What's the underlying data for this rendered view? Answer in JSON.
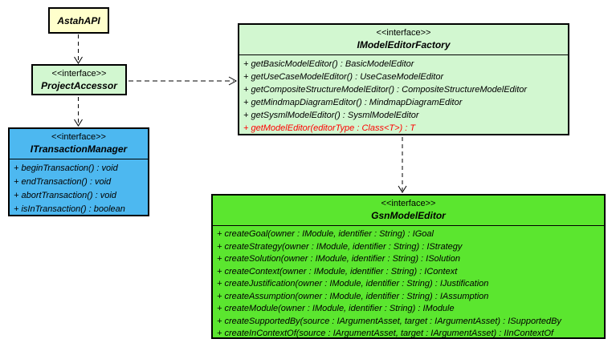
{
  "colors": {
    "background": "#ffffff",
    "border": "#000000",
    "yellow_class_fill": "#ffffcc",
    "light_green_interface_fill": "#d2f7d0",
    "blue_interface_fill": "#4db8f0",
    "bright_green_interface_fill": "#5be62f",
    "red_method_text": "#ff0000"
  },
  "classes": {
    "astah_api": {
      "name": "AstahAPI"
    },
    "project_accessor": {
      "stereotype": "<<interface>>",
      "name": "ProjectAccessor"
    },
    "transaction_manager": {
      "stereotype": "<<interface>>",
      "name": "ITransactionManager",
      "methods": [
        "+ beginTransaction() : void",
        "+ endTransaction() : void",
        "+ abortTransaction() : void",
        "+ isInTransaction() : boolean"
      ]
    },
    "model_editor_factory": {
      "stereotype": "<<interface>>",
      "name": "IModelEditorFactory",
      "methods": [
        "+ getBasicModelEditor() : BasicModelEditor",
        "+ getUseCaseModelEditor() : UseCaseModelEditor",
        "+ getCompositeStructureModelEditor() : CompositeStructureModelEditor",
        "+ getMindmapDiagramEditor() : MindmapDiagramEditor",
        "+ getSysmlModelEditor() : SysmlModelEditor",
        {
          "text": "+ getModelEditor(editorType : Class<T>) : T",
          "color": "#ff0000"
        }
      ]
    },
    "gsn_model_editor": {
      "stereotype": "<<interface>>",
      "name": "GsnModelEditor",
      "methods": [
        "+ createGoal(owner : IModule, identifier : String) : IGoal",
        "+ createStrategy(owner : IModule, identifier : String) : IStrategy",
        "+ createSolution(owner : IModule, identifier : String) : ISolution",
        "+ createContext(owner : IModule, identifier : String) : IContext",
        "+ createJustification(owner : IModule, identifier : String) : IJustification",
        "+ createAssumption(owner : IModule, identifier : String) : IAssumption",
        "+ createModule(owner : IModule, identifier : String) : IModule",
        "+ createSupportedBy(source : IArgumentAsset, target : IArgumentAsset) : ISupportedBy",
        "+ createInContextOf(source : IArgumentAsset, target : IArgumentAsset) : IInContextOf"
      ]
    }
  },
  "relations": [
    {
      "from": "AstahAPI",
      "to": "ProjectAccessor",
      "type": "dashed-dependency"
    },
    {
      "from": "ProjectAccessor",
      "to": "ITransactionManager",
      "type": "dashed-dependency"
    },
    {
      "from": "ProjectAccessor",
      "to": "IModelEditorFactory",
      "type": "dashed-dependency"
    },
    {
      "from": "IModelEditorFactory",
      "to": "GsnModelEditor",
      "type": "dashed-dependency"
    }
  ]
}
